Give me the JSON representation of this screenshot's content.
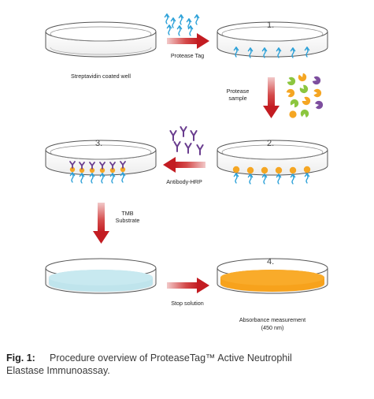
{
  "labels": {
    "coated_well": "Streptavidin coated well",
    "protease_tag": "Protease Tag",
    "protease_sample_line1": "Protease",
    "protease_sample_line2": "sample",
    "antibody_hrp": "Antibody-HRP",
    "tmb_line1": "TMB",
    "tmb_line2": "Substrate",
    "stop_solution": "Stop solution",
    "absorbance_line1": "Absorbance measurement",
    "absorbance_line2": "(450 nm)"
  },
  "steps": {
    "step1": "1.",
    "step2": "2.",
    "step3": "3.",
    "step4": "4."
  },
  "caption": {
    "label": "Fig. 1:",
    "line1": "Procedure overview of ProteaseTag™ Active Neutrophil",
    "line2": "Elastase Immunoassay."
  },
  "colors": {
    "arrow_red": "#c62026",
    "tag_blue": "#2aa0d8",
    "protease_orange": "#f5a623",
    "protease_green": "#8cc63f",
    "protease_purple": "#7d4e9e",
    "antibody_purple": "#6a3d8f",
    "substrate_cyan": "#bfe4ec",
    "signal_orange": "#f7a21c"
  }
}
